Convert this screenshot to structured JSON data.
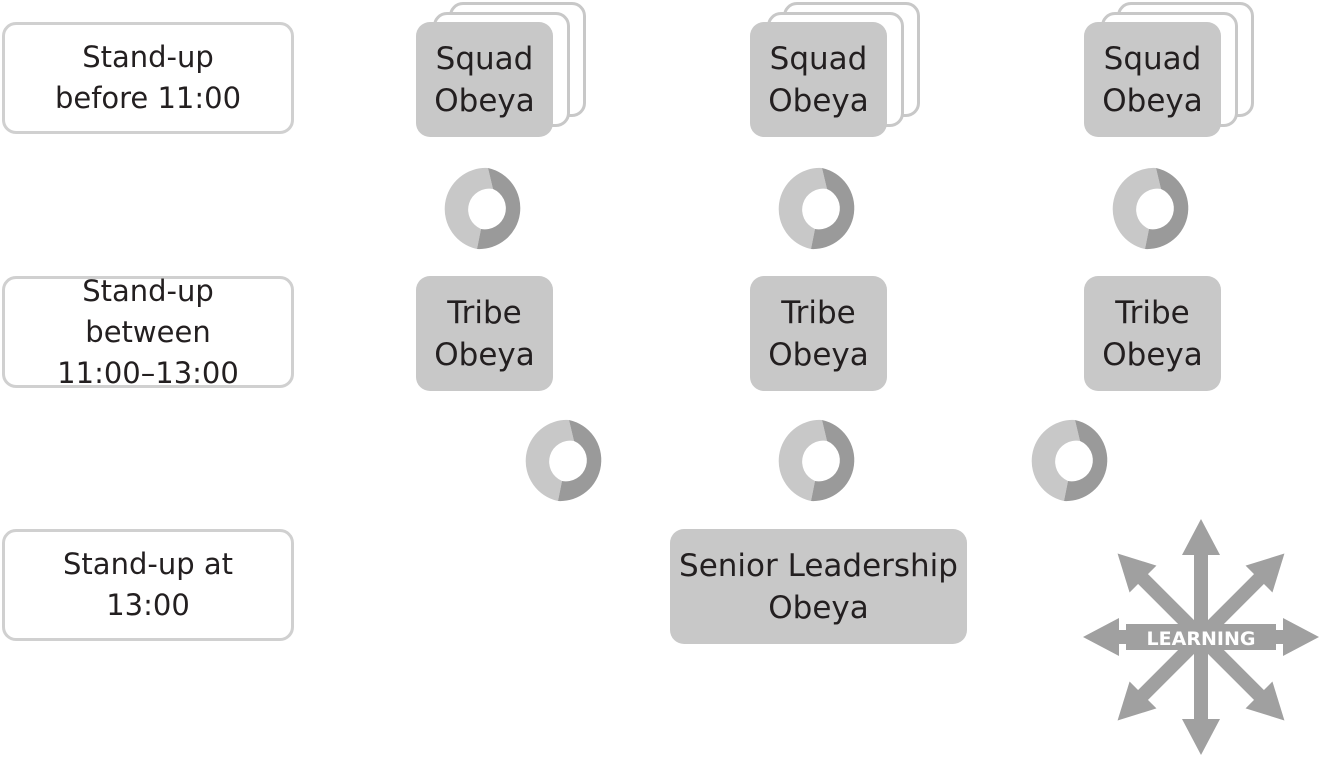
{
  "rows": [
    {
      "line1": "Stand-up",
      "line2": "before 11:00"
    },
    {
      "line1": "Stand-up between",
      "line2": "11:00–13:00"
    },
    {
      "line1": "Stand-up at",
      "line2": "13:00"
    }
  ],
  "squads": [
    {
      "line1": "Squad",
      "line2": "Obeya"
    },
    {
      "line1": "Squad",
      "line2": "Obeya"
    },
    {
      "line1": "Squad",
      "line2": "Obeya"
    }
  ],
  "tribes": [
    {
      "line1": "Tribe",
      "line2": "Obeya"
    },
    {
      "line1": "Tribe",
      "line2": "Obeya"
    },
    {
      "line1": "Tribe",
      "line2": "Obeya"
    }
  ],
  "senior": {
    "line1": "Senior Leadership",
    "line2": "Obeya"
  },
  "learning": {
    "label": "LEARNING"
  },
  "icons": {
    "cycle": "cycle-icon",
    "learning": "learning-arrows-icon"
  },
  "colors": {
    "box_fill": "#c8c8c8",
    "border": "#d0d0d0",
    "cycle_light": "#c8c8c8",
    "cycle_dark": "#9a9a9a",
    "learning_arrows": "#a0a0a0"
  }
}
